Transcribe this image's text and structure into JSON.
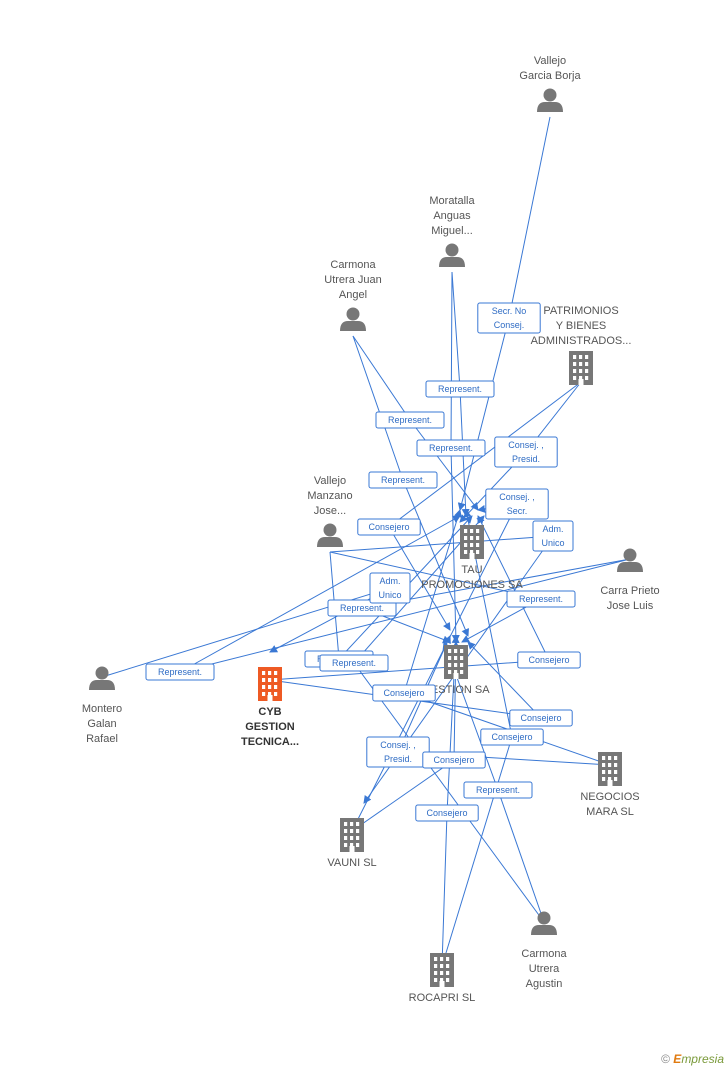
{
  "colors": {
    "edge": "#3a78d4",
    "person": "#777777",
    "company": "#777777",
    "focus": "#ee5a24"
  },
  "nodes": [
    {
      "id": "vallejo_garcia",
      "kind": "person",
      "lines": [
        "Vallejo",
        "Garcia Borja"
      ]
    },
    {
      "id": "moratalla",
      "kind": "person",
      "lines": [
        "Moratalla",
        "Anguas",
        "Miguel..."
      ]
    },
    {
      "id": "carmona_juan",
      "kind": "person",
      "lines": [
        "Carmona",
        "Utrera Juan",
        "Angel"
      ]
    },
    {
      "id": "patrimonios",
      "kind": "company",
      "lines": [
        "PATRIMONIOS",
        "Y BIENES",
        "ADMINISTRADOS..."
      ]
    },
    {
      "id": "vallejo_manzano",
      "kind": "person",
      "lines": [
        "Vallejo",
        "Manzano",
        "Jose..."
      ]
    },
    {
      "id": "tau",
      "kind": "company",
      "lines": [
        "TAU",
        "PROMOCIONES SA"
      ]
    },
    {
      "id": "carra",
      "kind": "person",
      "lines": [
        "Carra Prieto",
        "Jose Luis"
      ]
    },
    {
      "id": "montero",
      "kind": "person",
      "lines": [
        "Montero",
        "Galan",
        "Rafael"
      ]
    },
    {
      "id": "cyb",
      "kind": "focus",
      "lines": [
        "CYB",
        "GESTION",
        "TECNICA..."
      ]
    },
    {
      "id": "gestion",
      "kind": "company",
      "lines": [
        "GESTION SA"
      ]
    },
    {
      "id": "negocios",
      "kind": "company",
      "lines": [
        "NEGOCIOS",
        "MARA SL"
      ]
    },
    {
      "id": "vauni",
      "kind": "company",
      "lines": [
        "VAUNI SL"
      ]
    },
    {
      "id": "carmona_agustin",
      "kind": "person",
      "lines": [
        "Carmona",
        "Utrera",
        "Agustin"
      ]
    },
    {
      "id": "rocapri",
      "kind": "company",
      "lines": [
        "ROCAPRI SL"
      ]
    }
  ],
  "edges": [
    {
      "from": "vallejo_garcia",
      "to": "tau",
      "lines": [
        "Secr.  No",
        "Consej."
      ]
    },
    {
      "from": "moratalla",
      "to": "tau",
      "lines": [
        "Represent."
      ]
    },
    {
      "from": "moratalla",
      "to": "gestion",
      "lines": [
        "Represent."
      ]
    },
    {
      "from": "carmona_juan",
      "to": "tau",
      "lines": [
        "Represent."
      ]
    },
    {
      "from": "carmona_juan",
      "to": "gestion",
      "lines": [
        "Represent."
      ]
    },
    {
      "from": "patrimonios",
      "to": "tau",
      "lines": [
        "Consej. ,",
        "Presid."
      ]
    },
    {
      "from": "patrimonios",
      "to": "gestion",
      "lines": [
        "Consejero"
      ]
    },
    {
      "from": "vallejo_manzano",
      "to": "tau",
      "lines": [
        "Represent."
      ]
    },
    {
      "from": "vallejo_manzano",
      "to": "gestion",
      "lines": [
        "Represent."
      ]
    },
    {
      "from": "vallejo_manzano",
      "to": "vauni",
      "lines": [
        "Adm.",
        "Unico"
      ]
    },
    {
      "from": "carra",
      "to": "tau",
      "lines": [
        "Represent."
      ]
    },
    {
      "from": "carra",
      "to": "gestion",
      "lines": [
        "Represent."
      ]
    },
    {
      "from": "montero",
      "to": "cyb",
      "lines": [
        "Adm.",
        "Unico"
      ]
    },
    {
      "from": "cyb",
      "to": "tau",
      "lines": [
        "Consejero"
      ]
    },
    {
      "from": "cyb",
      "to": "gestion",
      "lines": [
        "Consejero"
      ]
    },
    {
      "from": "negocios",
      "to": "tau",
      "lines": [
        "Consejero"
      ]
    },
    {
      "from": "negocios",
      "to": "gestion",
      "lines": [
        "Consej. ,",
        "Presid."
      ]
    },
    {
      "from": "vauni",
      "to": "gestion",
      "lines": [
        "Consejero"
      ]
    },
    {
      "from": "vauni",
      "to": "tau",
      "lines": [
        "Consej. ,",
        "Secr."
      ]
    },
    {
      "from": "carmona_agustin",
      "to": "tau",
      "lines": [
        "Represent."
      ]
    },
    {
      "from": "carmona_agustin",
      "to": "gestion",
      "lines": [
        "Represent."
      ]
    },
    {
      "from": "rocapri",
      "to": "tau",
      "lines": [
        "Consejero"
      ]
    },
    {
      "from": "rocapri",
      "to": "gestion",
      "lines": [
        "Consejero"
      ]
    }
  ],
  "brand": {
    "copyright": "©",
    "initial": "E",
    "rest": "mpresia"
  }
}
